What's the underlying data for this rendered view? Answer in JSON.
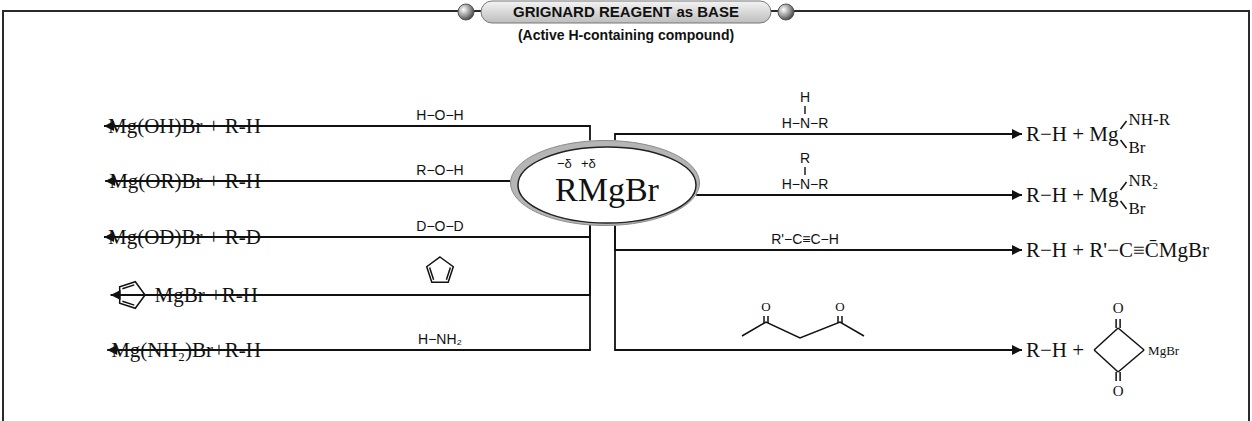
{
  "diagram": {
    "title": "GRIGNARD REAGENT as BASE",
    "nodes": [
      {
        "text": [
          "−δ",
          "+δ",
          "RMgBr"
        ]
      },
      {
        "text": [
          "Mg(OH)Br + R-H"
        ]
      },
      {
        "text": [
          "Mg(OR)Br + R-H"
        ]
      },
      {
        "text": [
          "Mg(OD)Br + R-D"
        ]
      },
      {
        "text": [
          "MgBr +R-H"
        ]
      },
      {
        "text": [
          "Mg(NH₂)Br+R-H"
        ]
      },
      {
        "text": [
          "R−H + Mg",
          "NH-R",
          "Br"
        ]
      },
      {
        "text": [
          "R−H + Mg",
          "NR₂",
          "Br"
        ]
      },
      {
        "text": [
          "R−H + R'−C≡C̄MgBr"
        ]
      },
      {
        "text": [
          "R−H +",
          "MgBr",
          "O",
          "O"
        ]
      }
    ],
    "edges": [
      {
        "from": 0,
        "to": 1,
        "arrow": "to",
        "label": "H−O−H"
      },
      {
        "from": 0,
        "to": 2,
        "arrow": "to",
        "label": "R−O−H"
      },
      {
        "from": 0,
        "to": 3,
        "arrow": "to",
        "label": "D−O−D"
      },
      {
        "from": 0,
        "to": 4,
        "arrow": "to"
      },
      {
        "from": 0,
        "to": 5,
        "arrow": "to",
        "label": "H−NH₂"
      },
      {
        "from": 0,
        "to": 6,
        "arrow": "to",
        "label": "H−N−R"
      },
      {
        "from": 0,
        "to": 7,
        "arrow": "to",
        "label": "H−N−R"
      },
      {
        "from": 0,
        "to": 8,
        "arrow": "to",
        "label": "R'−C≡C−H"
      },
      {
        "from": 0,
        "to": 9,
        "arrow": "to"
      }
    ],
    "labels": [
      "(Active H-containing compound)",
      "H",
      "R",
      "O",
      "O"
    ]
  }
}
